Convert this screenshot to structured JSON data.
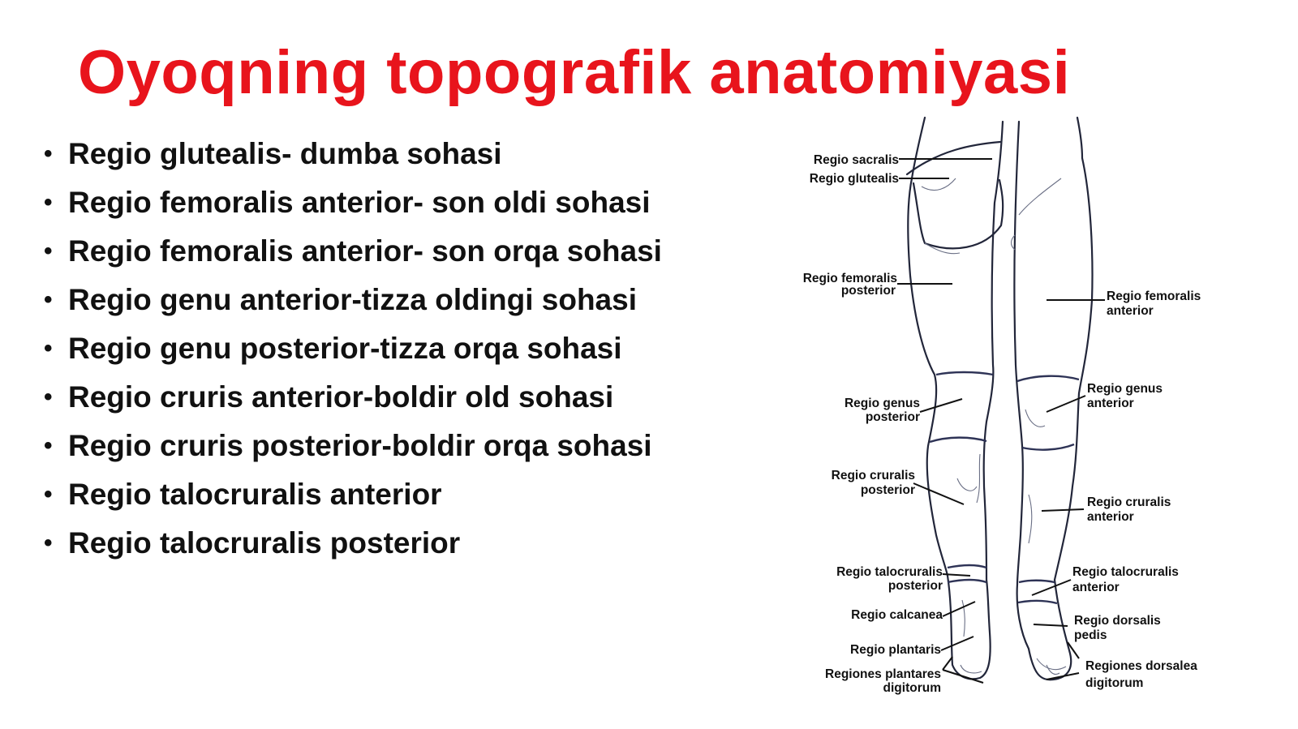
{
  "title": "Oyoqning topografik anatomiyasi",
  "colors": {
    "title": "#e8141c",
    "text": "#111111",
    "outline": "#22263a"
  },
  "bullets": [
    "Regio glutealis- dumba sohasi",
    "Regio femoralis anterior- son oldi sohasi",
    "Regio femoralis anterior- son orqa sohasi",
    "Regio genu anterior-tizza oldingi sohasi",
    "Regio genu posterior-tizza orqa sohasi",
    "Regio cruris anterior-boldir old sohasi",
    "Regio cruris posterior-boldir orqa sohasi",
    "Regio talocruralis anterior",
    "Regio talocruralis posterior"
  ],
  "figure": {
    "labels": {
      "sacralis": "Regio sacralis",
      "glutealis": "Regio glutealis",
      "femoralis_posterior_1": "Regio femoralis",
      "femoralis_posterior_2": "posterior",
      "femoralis_anterior_1": "Regio femoralis",
      "femoralis_anterior_2": "anterior",
      "genus_posterior_1": "Regio genus",
      "genus_posterior_2": "posterior",
      "genus_anterior_1": "Regio genus",
      "genus_anterior_2": "anterior",
      "cruralis_posterior_1": "Regio cruralis",
      "cruralis_posterior_2": "posterior",
      "cruralis_anterior_1": "Regio cruralis",
      "cruralis_anterior_2": "anterior",
      "talocruralis_posterior_1": "Regio talocruralis",
      "talocruralis_posterior_2": "posterior",
      "talocruralis_anterior_1": "Regio talocruralis",
      "talocruralis_anterior_2": "anterior",
      "calcanea": "Regio calcanea",
      "dorsalis_pedis_1": "Regio dorsalis",
      "dorsalis_pedis_2": "pedis",
      "plantaris": "Regio plantaris",
      "plantares_1": "Regiones plantares",
      "plantares_2": "digitorum",
      "dorsalea_1": "Regiones dorsalea",
      "dorsalea_2": "digitorum"
    }
  }
}
